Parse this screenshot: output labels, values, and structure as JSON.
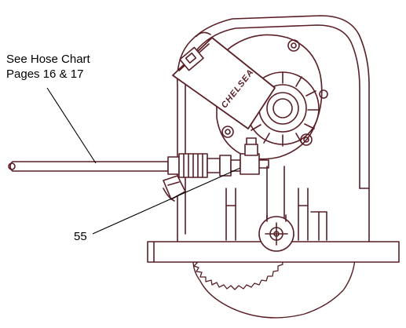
{
  "callouts": {
    "hose_chart_line1": "See Hose Chart",
    "hose_chart_line2": "Pages 16 & 17",
    "part_number": "55"
  },
  "pump": {
    "brand_label": "CHELSEA"
  },
  "colors": {
    "outline": "#5a1f26",
    "leader": "#000000",
    "background": "#ffffff"
  }
}
